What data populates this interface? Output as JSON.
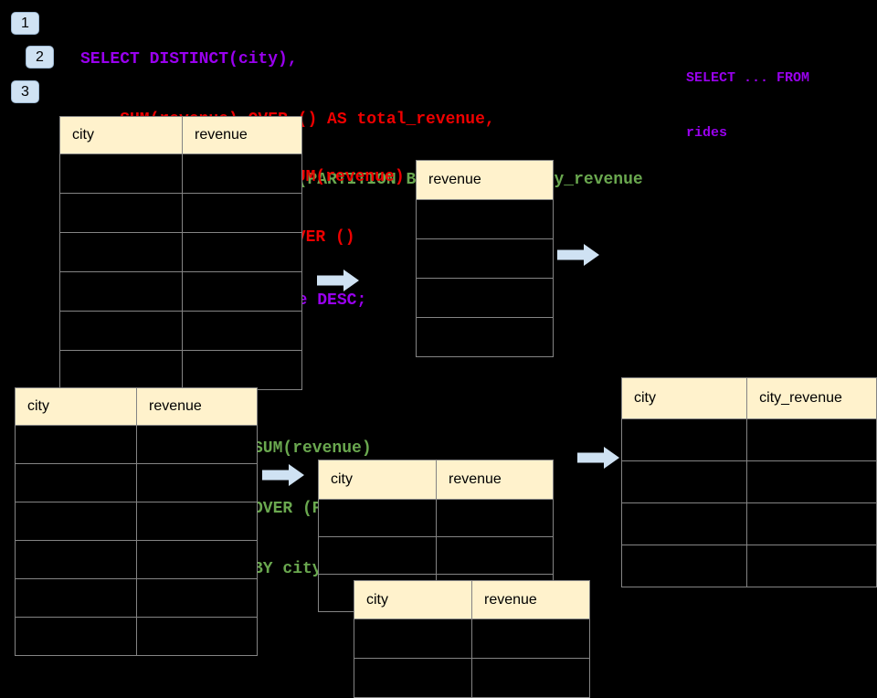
{
  "colors": {
    "background": "#000000",
    "purple": "#9900ee",
    "red": "#ee0000",
    "green": "#6aa84f",
    "header_fill": "#fff2cc",
    "arrow_blue": "#cfe2f3",
    "border_gray": "#848484"
  },
  "slide": {
    "step_badges": [
      "1",
      "2",
      "3"
    ],
    "sql_code": [
      "SELECT DISTINCT(city),",
      "    SUM(revenue) OVER () AS total_revenue,",
      "    SUM(revenue) OVER (PARTITION BY city) as city_revenue",
      "  FROM rides",
      "  ORDER by city_revenue DESC;"
    ],
    "from_note": [
      "SELECT ... FROM",
      "rides"
    ],
    "total_revenue_label": [
      "SUM(revenue)",
      "OVER ()"
    ],
    "partition_label": [
      "SUM(revenue)",
      "OVER (PARTITION",
      "BY city)"
    ]
  },
  "tables": {
    "rides_source_top": {
      "headers": [
        "city",
        "revenue"
      ],
      "rows": 6
    },
    "total_revenue_result": {
      "headers": [
        "revenue"
      ],
      "rows": 4
    },
    "rides_source_bottom": {
      "headers": [
        "city",
        "revenue"
      ],
      "rows": 6
    },
    "partition_step_a": {
      "headers": [
        "city",
        "revenue"
      ],
      "rows": 3
    },
    "partition_step_b": {
      "headers": [
        "city",
        "revenue"
      ],
      "rows": 2
    },
    "city_revenue_result": {
      "headers": [
        "city",
        "city_revenue"
      ],
      "rows": 4
    }
  }
}
